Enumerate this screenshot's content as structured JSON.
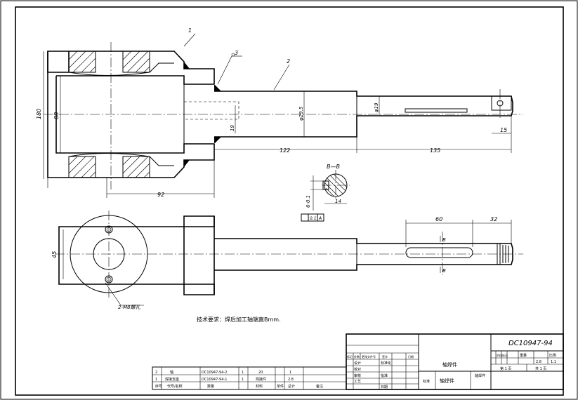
{
  "drawing": {
    "tech_note": "技术要求：焊后加工轴端直Bmm.",
    "balloons": {
      "b1": "1",
      "b2": "2",
      "b3": "3"
    },
    "dims": {
      "d180": "180",
      "d88": "88",
      "d92": "92",
      "d122": "122",
      "d135": "135",
      "d19": "19",
      "d295": "φ29.5",
      "d19b": "φ19",
      "d15": "15",
      "d45": "45",
      "d60": "60",
      "d32": "32",
      "d14": "14",
      "d60b": "6-0.1",
      "tol": "0.1",
      "tolref": "A",
      "sec": "B—B",
      "secB1": "B",
      "secB2": "B",
      "hole_note": "2-M8螺孔",
      "b_marks": "A"
    },
    "title_block": {
      "drawing_no": "DC10947-94",
      "name": "轴焊件",
      "part": "轴焊件",
      "scale": "1:1",
      "weight": "2.8",
      "sheet": "第 1 页",
      "sheets": "共 1 页",
      "hdr_labels": [
        "阶段标记",
        "重量",
        "比例"
      ],
      "left_labels": [
        "标记",
        "处数",
        "更改文件号",
        "签字",
        "日期"
      ],
      "roles": [
        "设计",
        "校对",
        "审核",
        "工艺"
      ],
      "roles2": [
        "标准化",
        "批准",
        "日期"
      ],
      "sig_left": "焊接件",
      "sig_right": "轴焊件",
      "mat": "标准"
    },
    "parts_list": {
      "headers": [
        "序号",
        "代号",
        "名称",
        "数量",
        "材料",
        "单件",
        "总计",
        "备注"
      ],
      "rows": [
        [
          "2",
          "轴",
          "DC10947-94-2",
          "1",
          "20",
          "",
          "1",
          ""
        ],
        [
          "1",
          "焊接支座",
          "DC10947-94-1",
          "1",
          "焊接件",
          "",
          "2.8",
          ""
        ]
      ],
      "footer": [
        "序号",
        "代号/名称",
        "数量",
        "材料",
        "单件",
        "总计",
        "备注"
      ]
    }
  }
}
